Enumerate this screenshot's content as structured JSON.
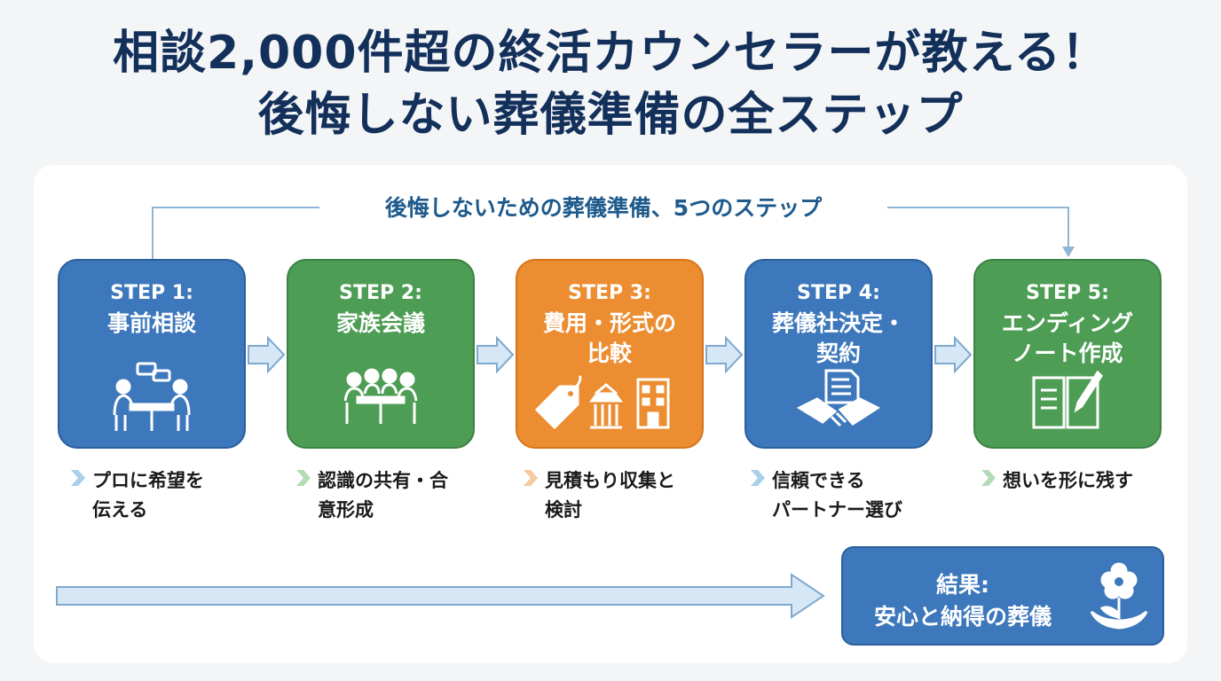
{
  "title": {
    "line1": "相談2,000件超の終活カウンセラーが教える！",
    "line2": "後悔しない葬儀準備の全ステップ"
  },
  "flow_title": "後悔しないための葬儀準備、5つのステップ",
  "steps": [
    {
      "step": "STEP 1:",
      "name": "事前相談",
      "icon": "consultation-meeting-icon",
      "desc": "プロに希望を\n伝える",
      "color": "#3d78bc"
    },
    {
      "step": "STEP 2:",
      "name": "家族会議",
      "icon": "family-meeting-icon",
      "desc": "認識の共有・合\n意形成",
      "color": "#4d9d55"
    },
    {
      "step": "STEP 3:",
      "name": "費用・形式の\n比較",
      "icon": "price-tag-temple-building-icon",
      "desc": "見積もり収集と\n検討",
      "color": "#ec8d31"
    },
    {
      "step": "STEP 4:",
      "name": "葬儀社決定・\n契約",
      "icon": "contract-handshake-icon",
      "desc": "信頼できる\nパートナー選び",
      "color": "#3d78bc"
    },
    {
      "step": "STEP 5:",
      "name": "エンディング\nノート作成",
      "icon": "notebook-pen-icon",
      "desc": "想いを形に残す",
      "color": "#4d9d55"
    }
  ],
  "result": {
    "label": "結果:",
    "text": "安心と納得の葬儀",
    "icon": "flower-hand-icon"
  },
  "colors": {
    "title": "#13305b",
    "blue": "#3d78bc",
    "green": "#4d9d55",
    "orange": "#ec8d31",
    "arrow_fill": "#d6e8f5",
    "arrow_stroke": "#7fa9cf"
  }
}
